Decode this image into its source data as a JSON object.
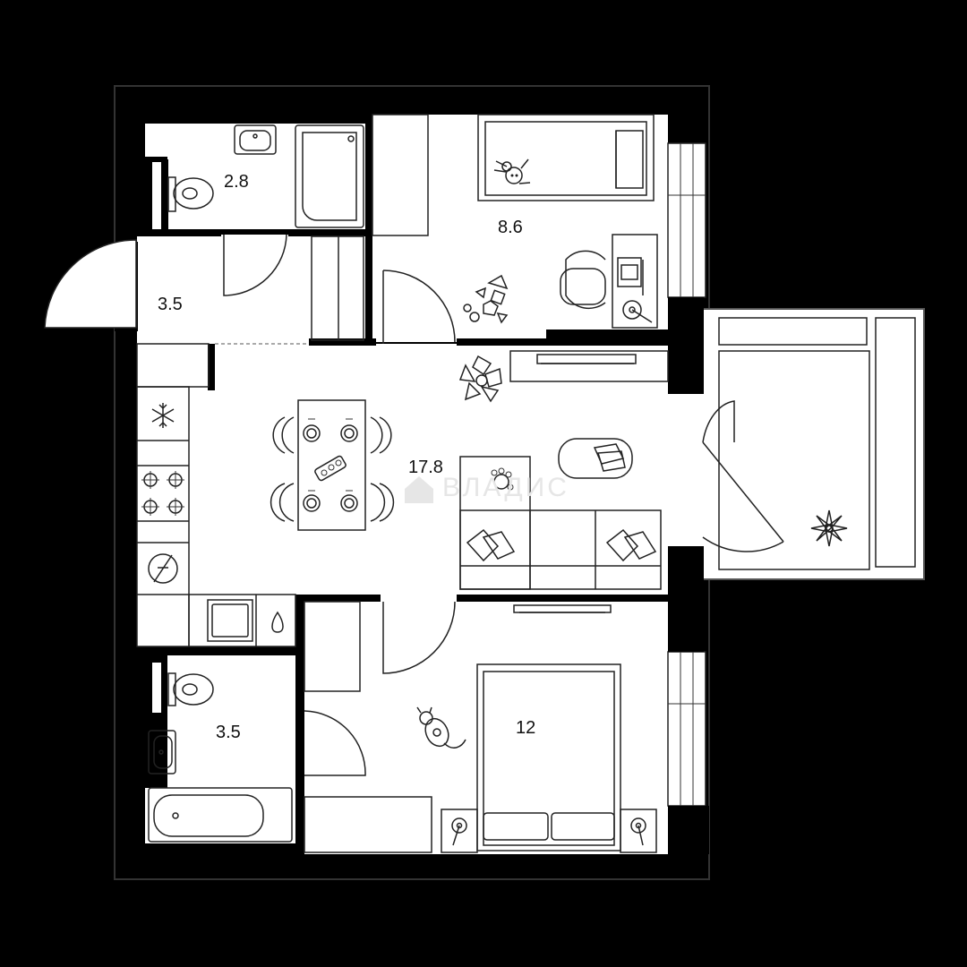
{
  "rooms": {
    "bathroom_top": {
      "area": "2.8"
    },
    "hallway": {
      "area": "3.5"
    },
    "bedroom_small": {
      "area": "8.6"
    },
    "living_kitchen": {
      "area": "17.8"
    },
    "bathroom_bottom": {
      "area": "3.5"
    },
    "bedroom_main": {
      "area": "12"
    }
  },
  "watermark": {
    "text": "ВЛАДИС"
  },
  "colors": {
    "wall": "#000000",
    "floor": "#ffffff",
    "line": "#222222",
    "watermark": "#e6e6e6"
  }
}
